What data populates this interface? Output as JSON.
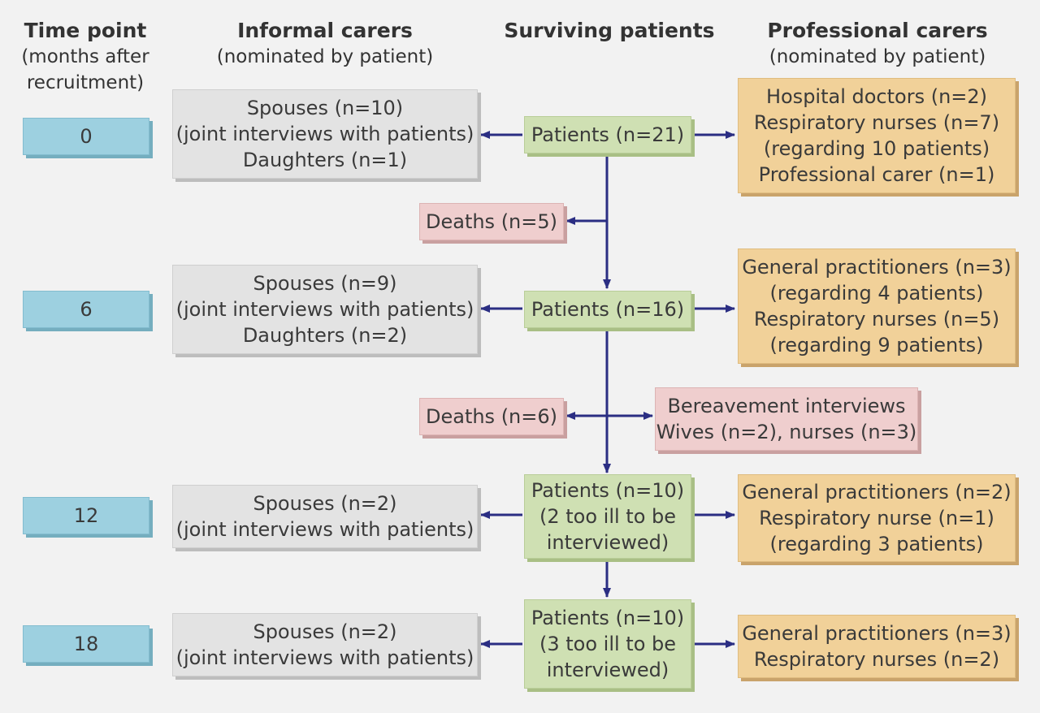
{
  "headers": {
    "time_point": {
      "title": "Time point",
      "subtitle": "(months after recruitment)"
    },
    "informal": {
      "title": "Informal carers",
      "subtitle": "(nominated by patient)"
    },
    "patients": {
      "title": "Surviving patients"
    },
    "professional": {
      "title": "Professional carers",
      "subtitle": "(nominated by patient)"
    }
  },
  "time_points": [
    "0",
    "6",
    "12",
    "18"
  ],
  "informal_carers": [
    [
      "Spouses (n=10)",
      "(joint interviews with patients)",
      "Daughters (n=1)"
    ],
    [
      "Spouses (n=9)",
      "(joint interviews with patients)",
      "Daughters (n=2)"
    ],
    [
      "Spouses (n=2)",
      "(joint interviews with patients)"
    ],
    [
      "Spouses (n=2)",
      "(joint interviews with patients)"
    ]
  ],
  "patients": [
    [
      "Patients (n=21)"
    ],
    [
      "Patients (n=16)"
    ],
    [
      "Patients (n=10)",
      "(2 too ill to be",
      "interviewed)"
    ],
    [
      "Patients (n=10)",
      "(3 too ill to be",
      "interviewed)"
    ]
  ],
  "professional_carers": [
    [
      "Hospital doctors (n=2)",
      "Respiratory nurses (n=7)",
      "(regarding 10 patients)",
      "Professional carer (n=1)"
    ],
    [
      "General practitioners (n=3)",
      "(regarding 4 patients)",
      "Respiratory nurses (n=5)",
      "(regarding 9 patients)"
    ],
    [
      "General practitioners (n=2)",
      "Respiratory nurse (n=1)",
      "(regarding 3 patients)"
    ],
    [
      "General practitioners (n=3)",
      "Respiratory nurses (n=2)"
    ]
  ],
  "deaths": [
    "Deaths (n=5)",
    "Deaths (n=6)"
  ],
  "bereavement": [
    "Bereavement interviews",
    "Wives (n=2), nurses (n=3)"
  ],
  "colors": {
    "time": "#9dd0e0",
    "informal": "#e3e3e3",
    "patients": "#cfe0b3",
    "professional": "#f1d199",
    "deaths": "#efcece",
    "arrow": "#2b2e83"
  }
}
